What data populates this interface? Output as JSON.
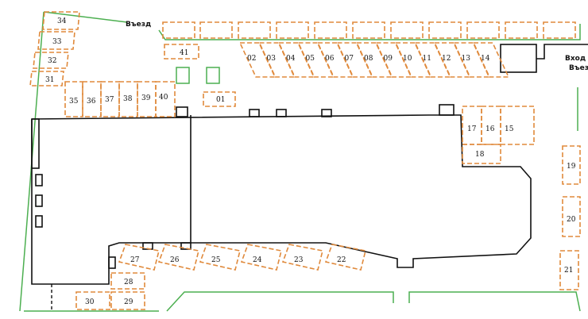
{
  "labels": {
    "entry_top": "Въезд",
    "entry_right_1": "Вход",
    "entry_right_2": "Въезд"
  },
  "colors": {
    "parking_spot": "#e08a3c",
    "fence": "#4caf50",
    "building": "#111111"
  },
  "spots": [
    "01",
    "02",
    "03",
    "04",
    "05",
    "06",
    "07",
    "08",
    "09",
    "10",
    "11",
    "12",
    "13",
    "14",
    "15",
    "16",
    "17",
    "18",
    "19",
    "20",
    "21",
    "22",
    "23",
    "24",
    "25",
    "26",
    "27",
    "28",
    "29",
    "30",
    "31",
    "32",
    "33",
    "34",
    "35",
    "36",
    "37",
    "38",
    "39",
    "40",
    "41"
  ]
}
